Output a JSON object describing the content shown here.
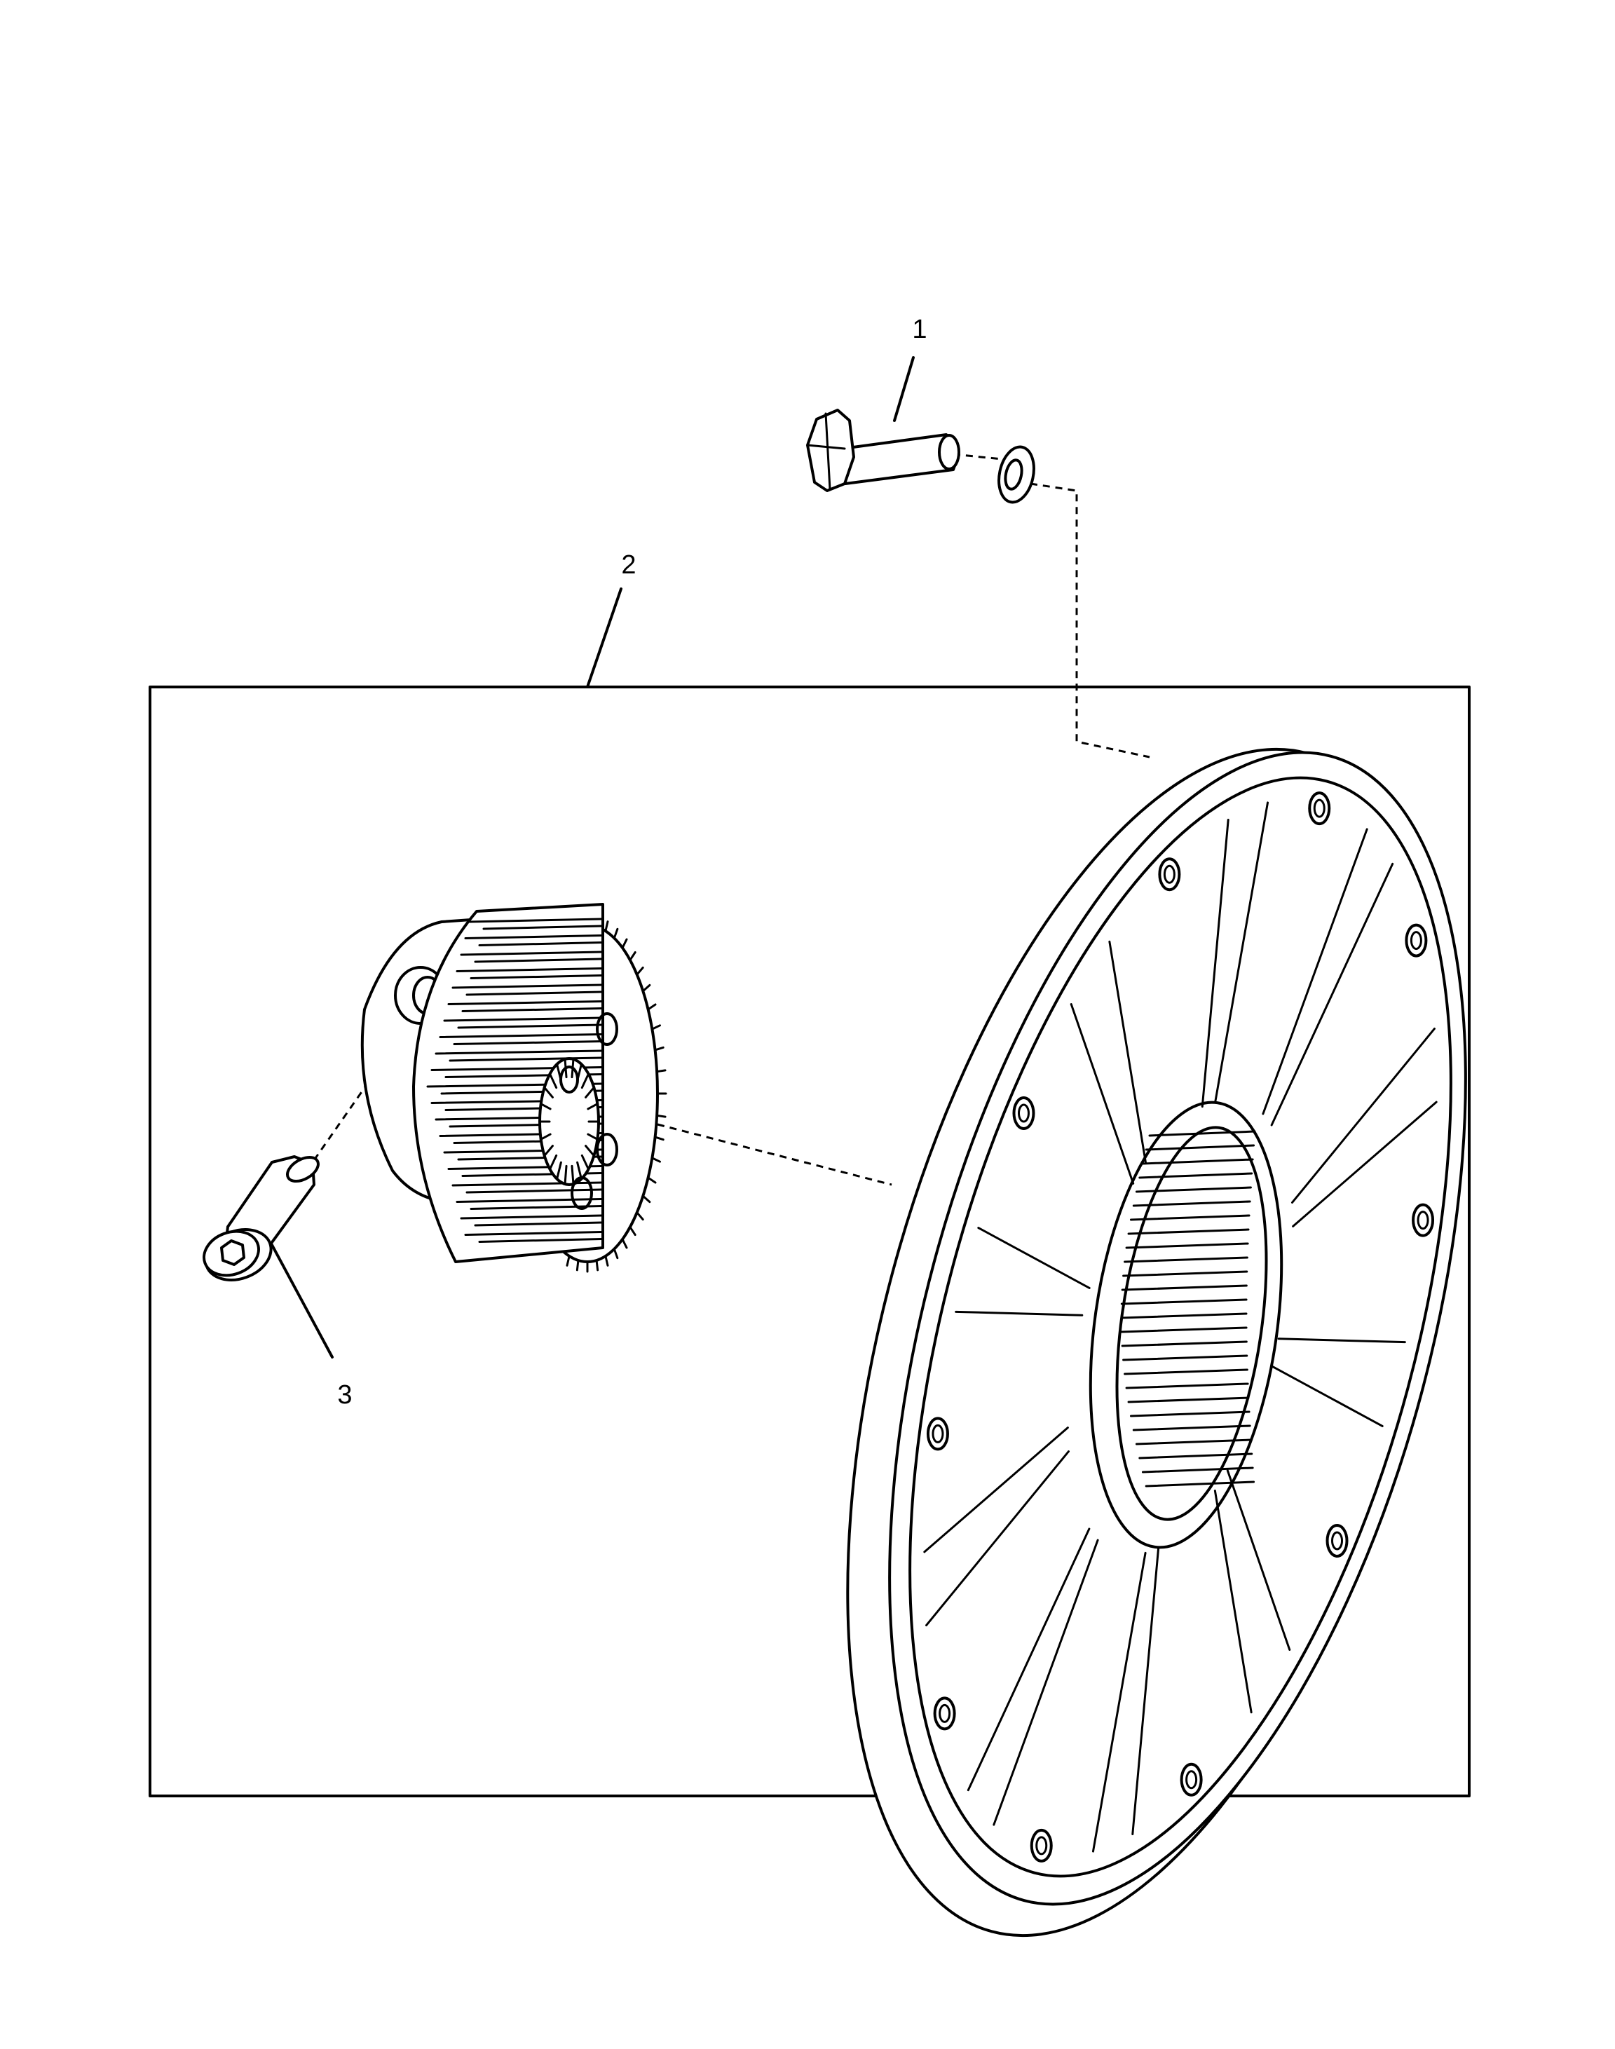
{
  "callouts": {
    "item1": "1",
    "item2": "2",
    "item3": "3"
  },
  "parts": {
    "item1": [
      "hex-bolt-icon",
      "washer-icon"
    ],
    "item2": [
      "planetary-gear-carrier-icon",
      "brake-disc-plate-icon"
    ],
    "item3": [
      "socket-head-cap-screw-icon"
    ]
  }
}
